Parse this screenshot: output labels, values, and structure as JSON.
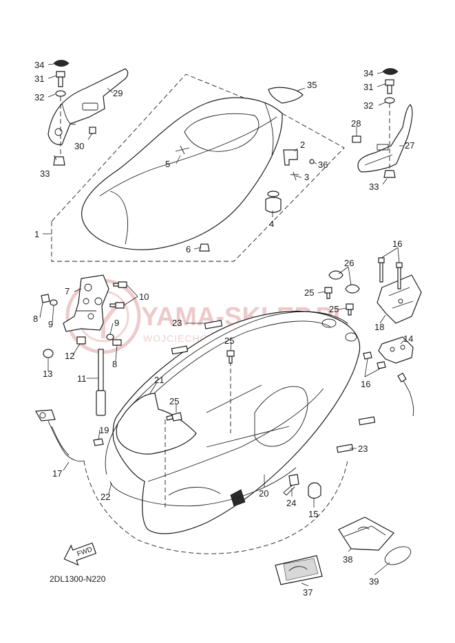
{
  "diagram_code": "2DL1300-N220",
  "fwd_label": "FWD",
  "watermark": {
    "title": "YAMA-SKLEP.PL",
    "subtitle": "WOJCIECHOWICZ | DEALER YAMAHA"
  },
  "callouts": [
    "34",
    "31",
    "32",
    "29",
    "30",
    "33",
    "35",
    "2",
    "5",
    "36",
    "3",
    "4",
    "1",
    "6",
    "34",
    "31",
    "32",
    "28",
    "27",
    "33",
    "7",
    "10",
    "8",
    "9",
    "9",
    "12",
    "8",
    "13",
    "11",
    "23",
    "25",
    "21",
    "25",
    "19",
    "17",
    "22",
    "26",
    "25",
    "25",
    "16",
    "18",
    "14",
    "16",
    "23",
    "20",
    "24",
    "15",
    "38",
    "39",
    "37"
  ]
}
